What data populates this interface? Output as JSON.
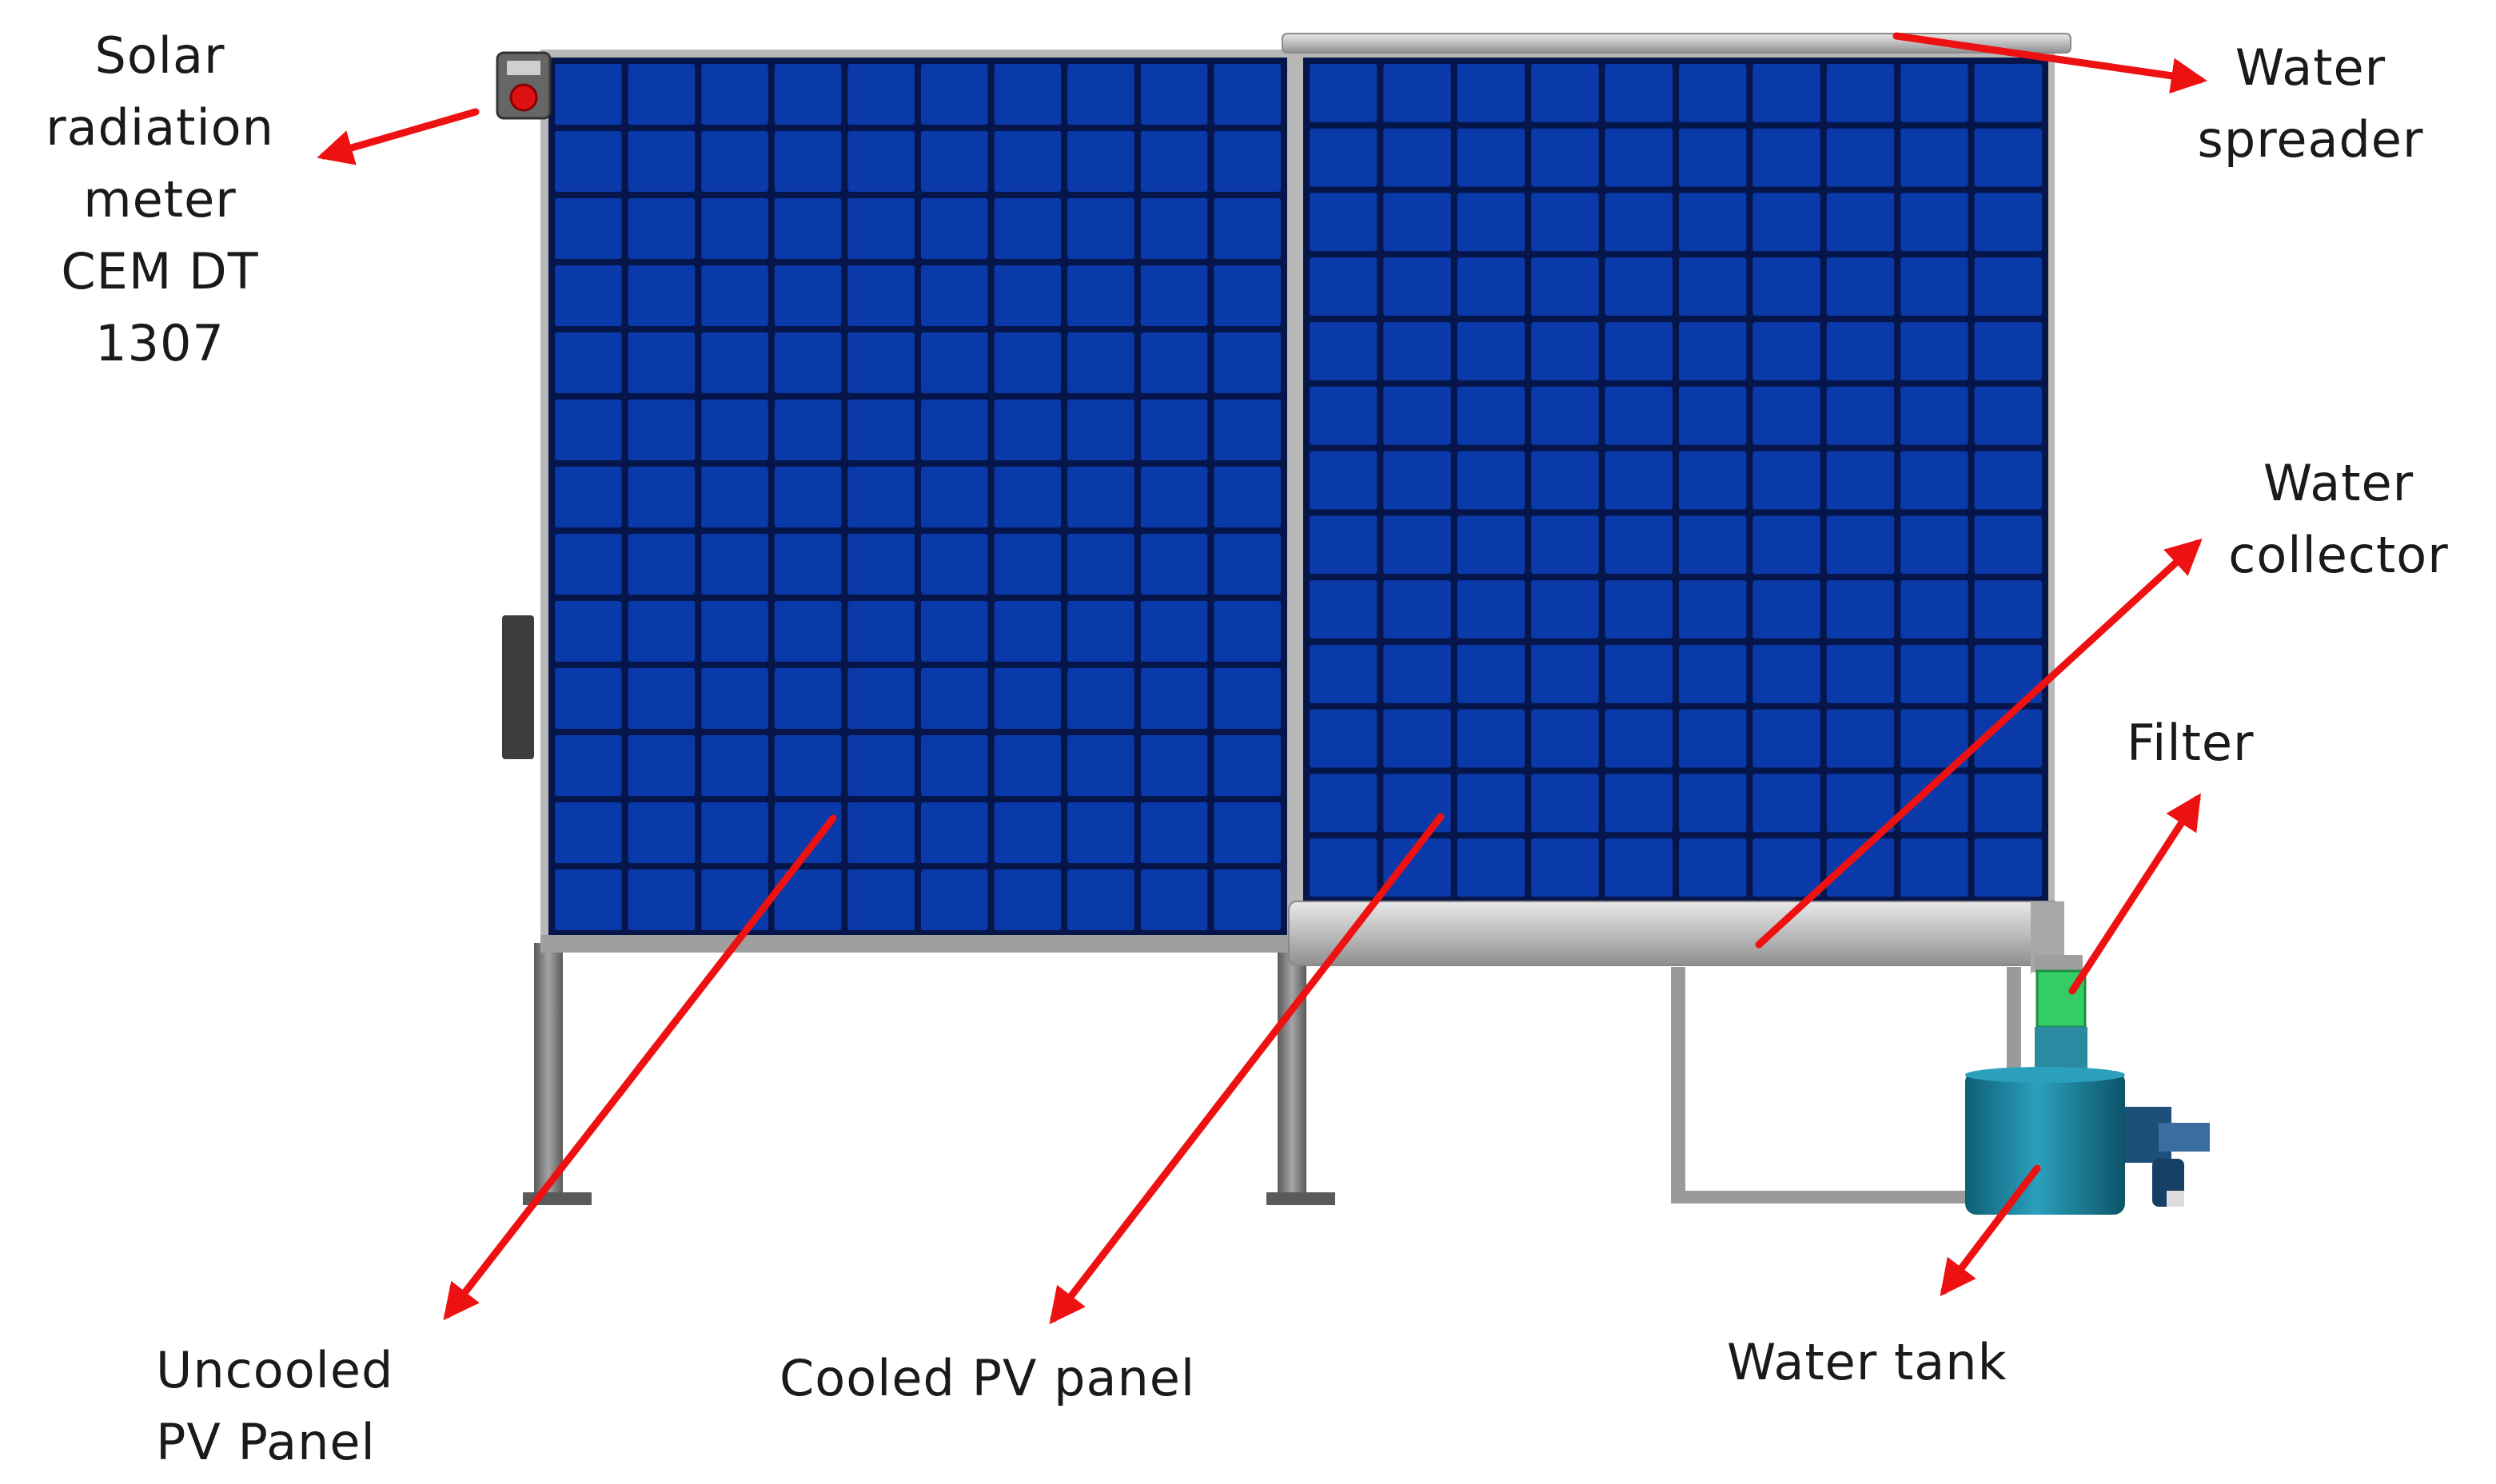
{
  "labels": {
    "solar_meter": [
      "Solar",
      "radiation",
      "meter",
      "CEM DT",
      "1307"
    ],
    "water_spreader": [
      "Water",
      "spreader"
    ],
    "water_collector": [
      "Water",
      "collector"
    ],
    "filter": [
      "Filter"
    ],
    "water_tank": [
      "Water tank"
    ],
    "cooled_panel": [
      "Cooled PV panel"
    ],
    "uncooled_panel": [
      "Uncooled",
      "PV Panel"
    ]
  },
  "colors": {
    "cell": "#0a3aaa",
    "cell_gap": "#07164a",
    "frame": "#b8b8b8",
    "leg": "#7d7d7d",
    "pipe": "#c6c6c6",
    "filter": "#33cc66",
    "tank": "#1a7f99",
    "arrow": "#ee1111",
    "meter_body": "#666666",
    "meter_button": "#dd1111"
  },
  "panels": {
    "uncooled": {
      "rows": 13,
      "cols": 10
    },
    "cooled": {
      "rows": 13,
      "cols": 10
    }
  }
}
